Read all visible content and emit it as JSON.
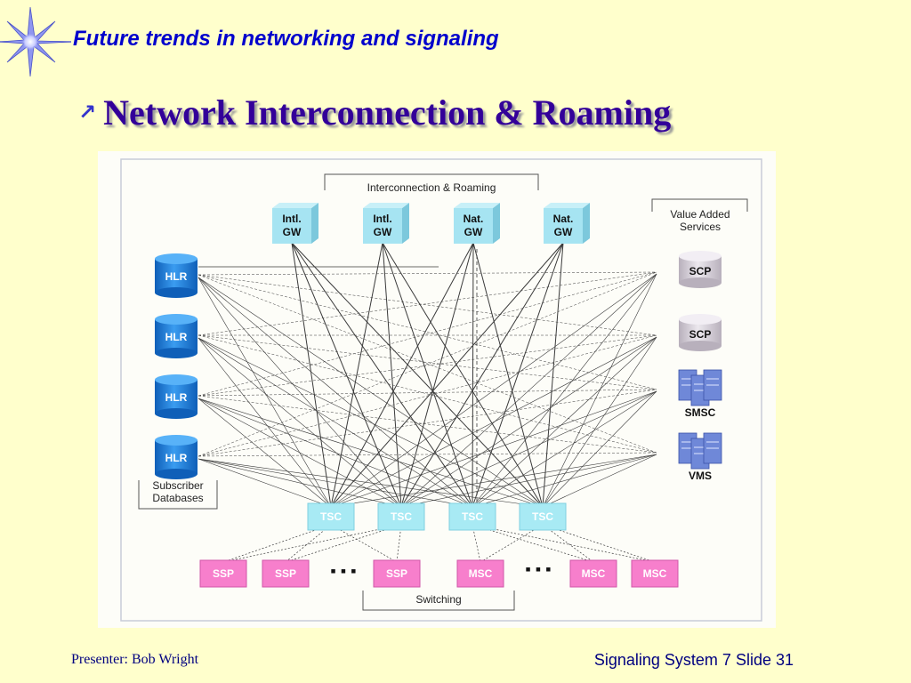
{
  "slide": {
    "topic": "Future trends in networking and signaling",
    "title": "Network Interconnection & Roaming",
    "title_bullet_icon": "diagonal-arrow-icon"
  },
  "diagram": {
    "top_label": "Interconnection & Roaming",
    "gateways": [
      "Intl.\nGW",
      "Intl.\nGW",
      "Nat.\nGW",
      "Nat.\nGW"
    ],
    "databases": [
      "HLR",
      "HLR",
      "HLR",
      "HLR"
    ],
    "databases_label": "Subscriber\nDatabases",
    "vas_label": "Value Added\nServices",
    "vas_nodes": [
      "SCP",
      "SCP",
      "SMSC",
      "VMS"
    ],
    "tsc": [
      "TSC",
      "TSC",
      "TSC",
      "TSC"
    ],
    "switches": [
      "SSP",
      "SSP",
      "SSP",
      "MSC",
      "MSC",
      "MSC"
    ],
    "ellipsis": "▪ ▪ ▪",
    "bottom_label": "Switching",
    "colors": {
      "hlr": "#1e82e0",
      "gateway": "#a6e4f2",
      "tsc": "#a8eaf4",
      "switch": "#f77fcc",
      "scp": "#d6d0d8",
      "server": "#6f88d8"
    }
  },
  "footer": {
    "presenter": "Presenter: Bob Wright",
    "slide_label": "Signaling System 7 Slide 31"
  }
}
